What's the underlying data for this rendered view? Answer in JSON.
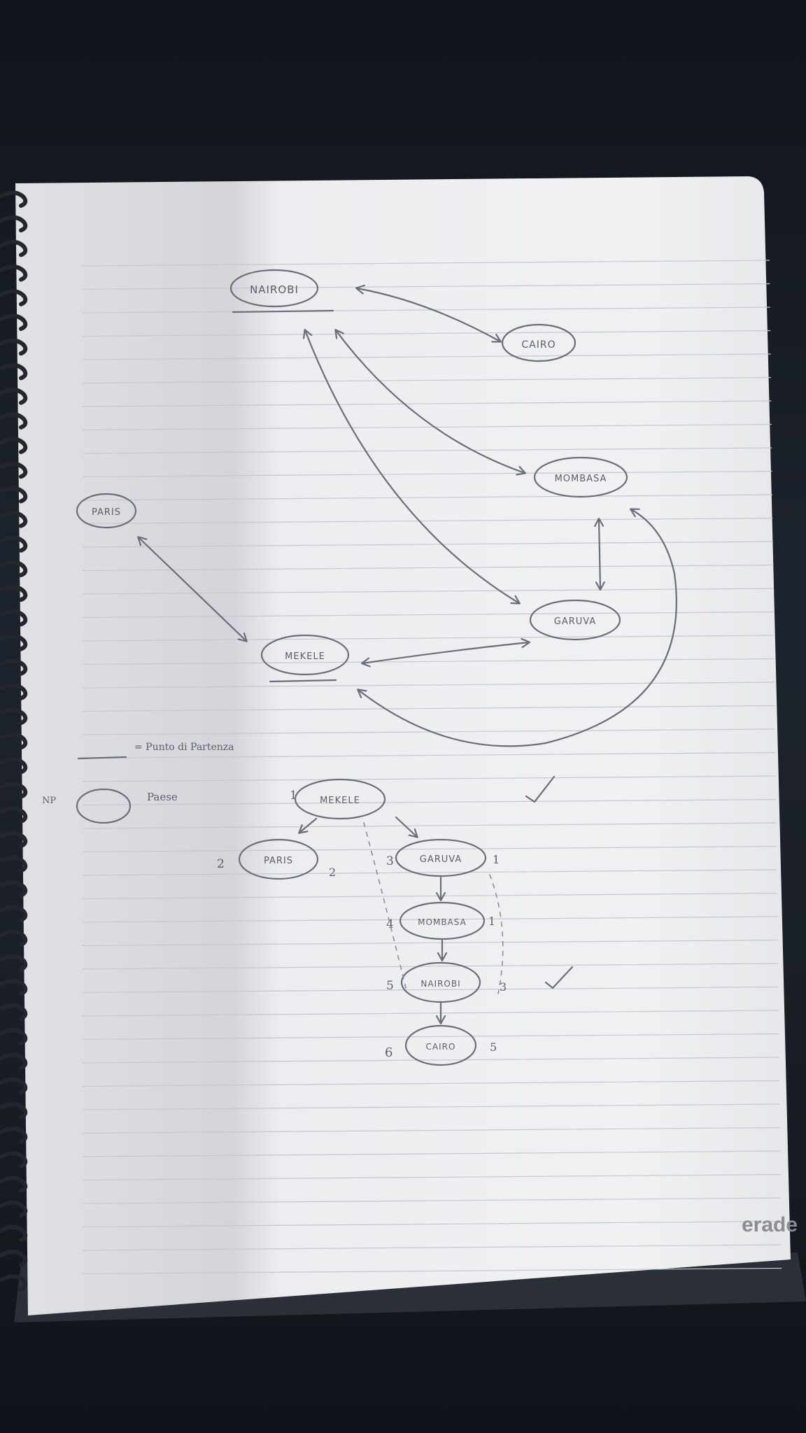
{
  "nodes": {
    "nairobi": "NAIROBI",
    "cairo": "CAIRO",
    "mombasa": "MOMBASA",
    "paris": "PARIS",
    "garuva": "GARUVA",
    "mekele": "MEKELE"
  },
  "legend": {
    "underline_text": "= Punto di Partenza",
    "ellipse_text": "Paese",
    "prefix": "NP"
  },
  "tree": {
    "root": {
      "order": "1",
      "label": "MEKELE"
    },
    "left": {
      "order": "2",
      "label": "PARIS",
      "depth": "2"
    },
    "n3": {
      "order": "3",
      "label": "GARUVA",
      "depth": "1"
    },
    "n4": {
      "order": "4",
      "label": "MOMBASA",
      "depth": "1"
    },
    "n5": {
      "order": "5",
      "label": "NAIROBI",
      "depth": "3"
    },
    "n6": {
      "order": "6",
      "label": "CAIRO",
      "depth": "5"
    }
  },
  "brand": "erade"
}
